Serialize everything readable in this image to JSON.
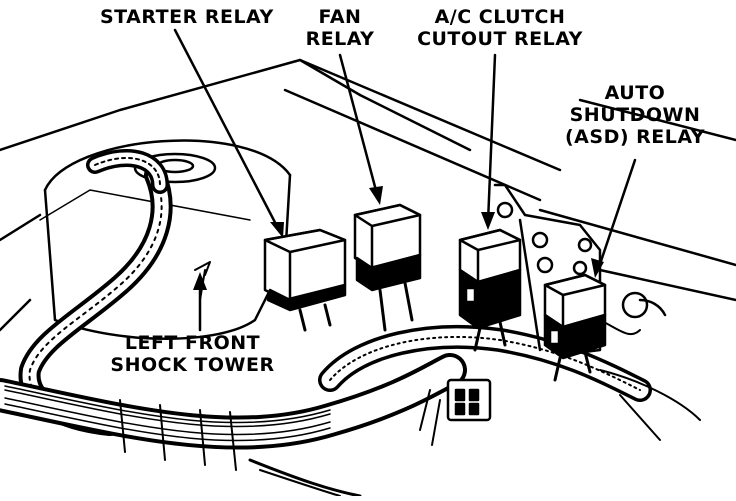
{
  "labels": {
    "starter_relay": "STARTER RELAY",
    "fan_relay_line1": "FAN",
    "fan_relay_line2": "RELAY",
    "ac_line1": "A/C CLUTCH",
    "ac_line2": "CUTOUT RELAY",
    "asd_line1": "AUTO",
    "asd_line2": "SHUTDOWN",
    "asd_line3": "(ASD) RELAY",
    "shock_line1": "LEFT FRONT",
    "shock_line2": "SHOCK TOWER"
  },
  "colors": {
    "ink": "#000000",
    "paper": "#ffffff"
  }
}
